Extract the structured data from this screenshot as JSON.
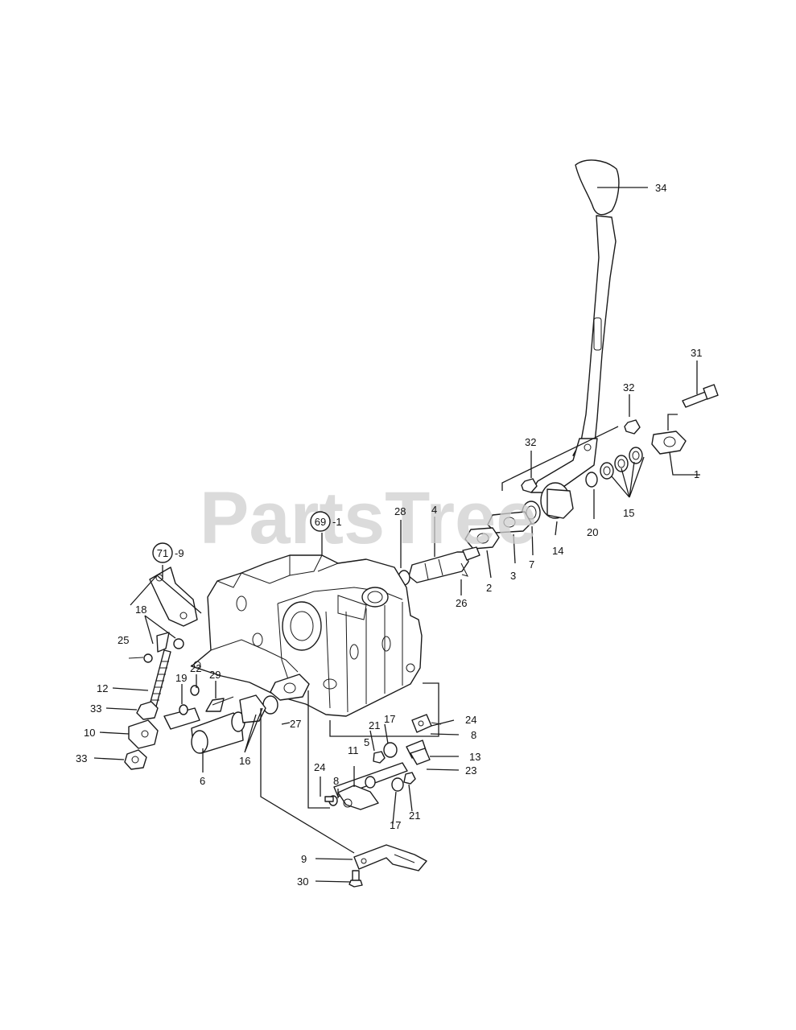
{
  "watermark": "PartsTree",
  "labels": {
    "p1": "1",
    "p2": "2",
    "p3": "3",
    "p4": "4",
    "p5": "5",
    "p6": "6",
    "p7": "7",
    "p8a": "8",
    "p8b": "8",
    "p9": "9",
    "p10": "10",
    "p11": "11",
    "p12": "12",
    "p13": "13",
    "p14": "14",
    "p15": "15",
    "p16": "16",
    "p17a": "17",
    "p17b": "17",
    "p18": "18",
    "p19": "19",
    "p20": "20",
    "p21a": "21",
    "p21b": "21",
    "p22": "22",
    "p23": "23",
    "p24a": "24",
    "p24b": "24",
    "p25": "25",
    "p26": "26",
    "p27": "27",
    "p28": "28",
    "p29": "29",
    "p30": "30",
    "p31": "31",
    "p32a": "32",
    "p32b": "32",
    "p33a": "33",
    "p33b": "33",
    "p34": "34"
  },
  "refs": {
    "r69": {
      "num": "69",
      "suffix": "-1"
    },
    "r71": {
      "num": "71",
      "suffix": "-9"
    }
  }
}
